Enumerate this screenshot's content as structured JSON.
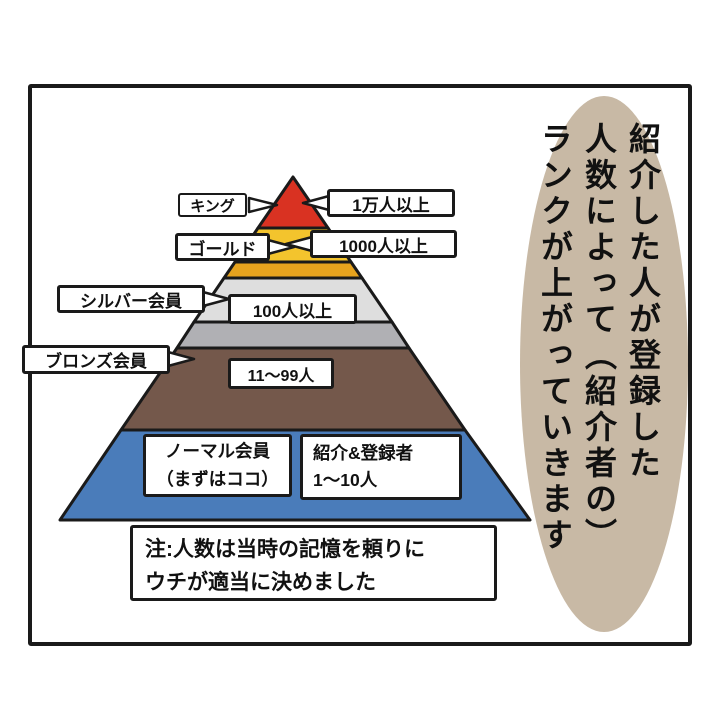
{
  "bubble": {
    "bg": "#c8b9a5",
    "lines": [
      "紹介した人が登録した",
      "人数によって（紹介者の）",
      "ランクが上がっていきます"
    ]
  },
  "pyramid": {
    "outline": "#1a1a1a",
    "tiers": [
      {
        "rank": "king",
        "label": "キング",
        "value": "1万人以上",
        "color": "#d93222"
      },
      {
        "rank": "gold",
        "label": "ゴールド",
        "value": "1000人以上",
        "color": "#f3c42d",
        "accent": "#e6a31e"
      },
      {
        "rank": "silver",
        "label": "シルバー会員",
        "value": "100人以上",
        "color": "#dedede",
        "accent": "#b0b0b4"
      },
      {
        "rank": "bronze",
        "label": "ブロンズ会員",
        "value": "11〜99人",
        "color": "#74584b"
      },
      {
        "rank": "normal",
        "label_lines": [
          "ノーマル会員",
          "（まずはココ）"
        ],
        "value_lines": [
          "紹介&登録者",
          "1〜10人"
        ],
        "color": "#4a7cba"
      }
    ]
  },
  "note": {
    "lines": [
      "注:人数は当時の記憶を頼りに",
      "ウチが適当に決めました"
    ]
  }
}
